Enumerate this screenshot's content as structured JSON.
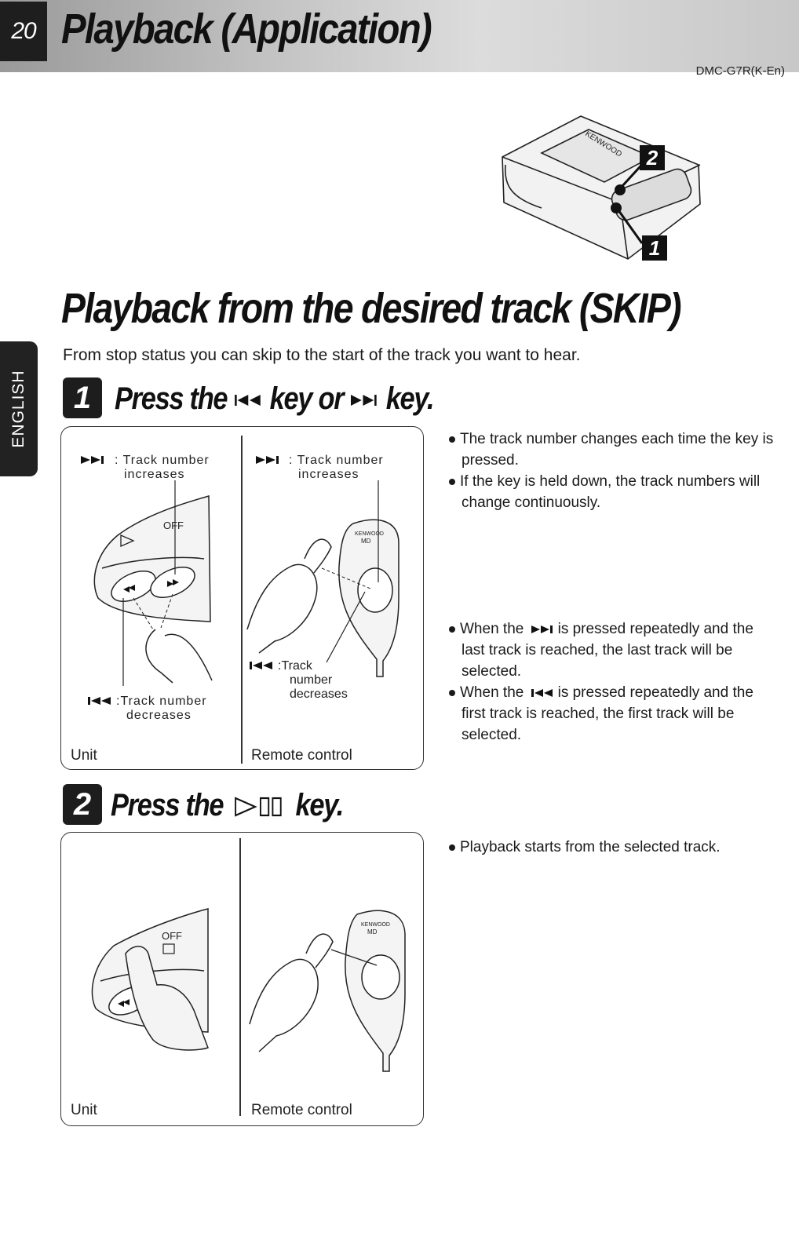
{
  "header": {
    "page_number": "20",
    "title": "Playback (Application)",
    "model": "DMC-G7R(K-En)"
  },
  "side_tab": {
    "label": "ENGLISH"
  },
  "device_illustration": {
    "callout_1": "1",
    "callout_2": "2",
    "brand": "KENWOOD"
  },
  "section": {
    "title": "Playback from the desired track (SKIP)",
    "intro": "From stop status you can skip to the start of the track you want to hear."
  },
  "step1": {
    "number": "1",
    "text_before": "Press the",
    "text_middle": "key or",
    "text_after": "key.",
    "unit_next_label": ": Track number",
    "unit_next_label2": "increases",
    "unit_prev_label": ":Track number",
    "unit_prev_label2": "decreases",
    "remote_next_label": ": Track number",
    "remote_next_label2": "increases",
    "remote_prev_label": ":Track",
    "remote_prev_label2": "number",
    "remote_prev_label3": "decreases",
    "unit_caption": "Unit",
    "remote_caption": "Remote control",
    "unit_off": "OFF",
    "remote_brand": "KENWOOD",
    "remote_md": "MD",
    "notes": [
      "The track number changes each time the key is pressed.",
      "If the key is held down, the track numbers will change continuously."
    ],
    "notes2_a_before": "When the",
    "notes2_a_after": "is pressed repeatedly and the last track is reached, the last track will be selected.",
    "notes2_b_before": "When the",
    "notes2_b_after": "is pressed repeatedly and the first track is reached, the first track will be selected."
  },
  "step2": {
    "number": "2",
    "text_before": "Press the",
    "text_after": "key.",
    "unit_caption": "Unit",
    "remote_caption": "Remote control",
    "unit_off": "OFF",
    "remote_brand": "KENWOOD",
    "remote_md": "MD",
    "notes": [
      "Playback starts from the selected track."
    ]
  }
}
